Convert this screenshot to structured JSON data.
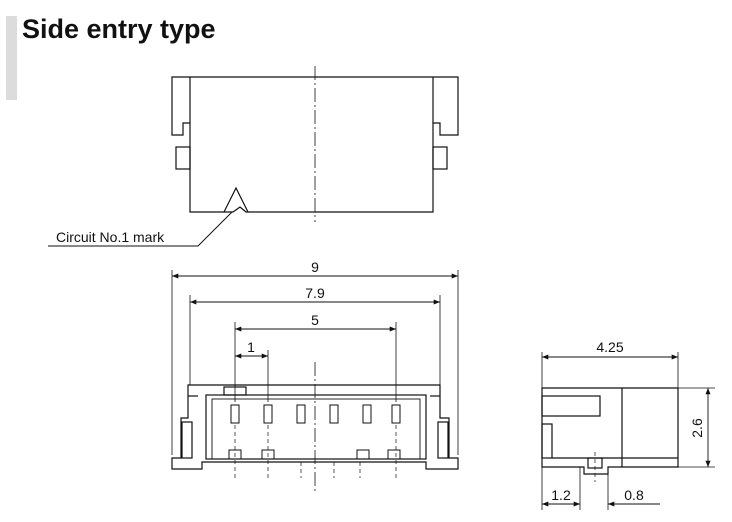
{
  "title": "Side entry type",
  "colors": {
    "accent_bar": "#dcdcdc",
    "line": "#111111",
    "text": "#111111",
    "background": "#ffffff"
  },
  "labels": {
    "circuit_mark": "Circuit No.1 mark"
  },
  "dimensions": {
    "overall_width": "9",
    "outer_pin_span": "7.9",
    "pin_span": "5",
    "pin_pitch": "1",
    "depth": "4.25",
    "height": "2.6",
    "bottom_left": "1.2",
    "bottom_right": "0.8"
  }
}
